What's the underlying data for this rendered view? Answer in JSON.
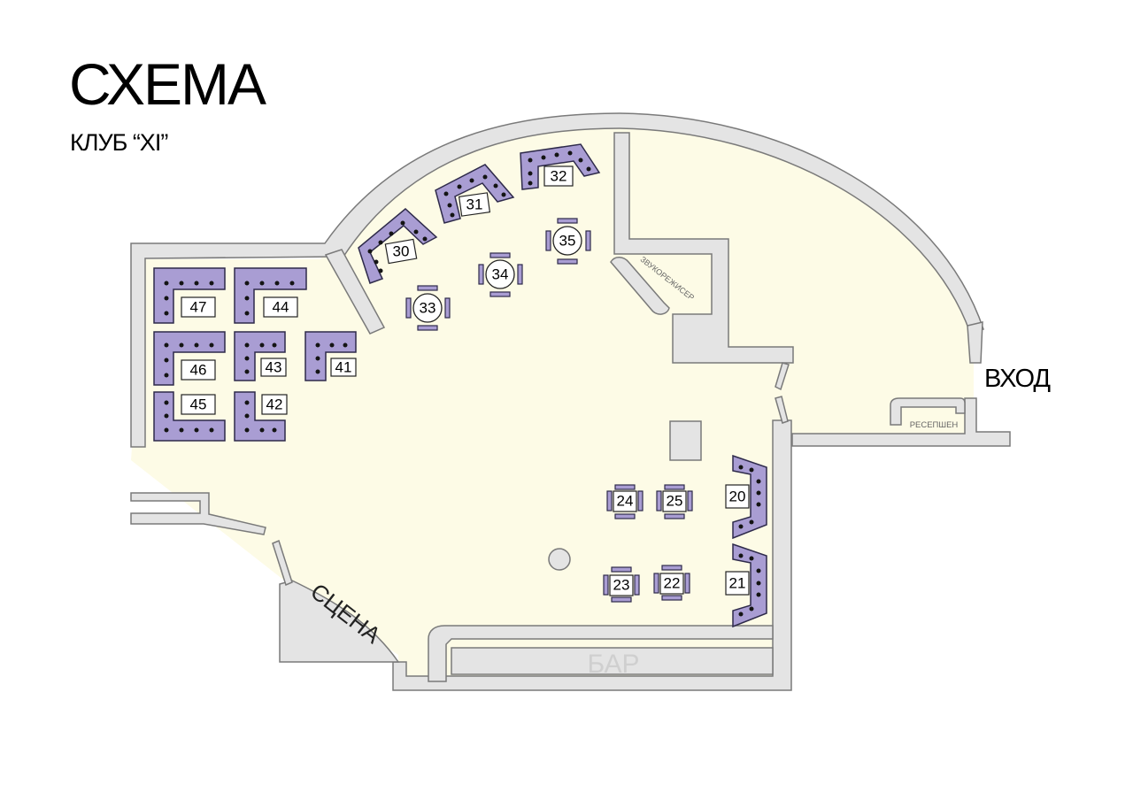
{
  "header": {
    "title": "СХЕМА",
    "subtitle": "КЛУБ “XI”"
  },
  "entrance_label": "ВХОД",
  "areas": {
    "stage": "СЦЕНА",
    "bar": "БАР",
    "sound_engineer": "ЗВУКОРЕЖИСЕР",
    "reception": "РЕСЕПШЕН"
  },
  "tables": {
    "t20": "20",
    "t21": "21",
    "t22": "22",
    "t23": "23",
    "t24": "24",
    "t25": "25",
    "t30": "30",
    "t31": "31",
    "t32": "32",
    "t33": "33",
    "t34": "34",
    "t35": "35",
    "t41": "41",
    "t42": "42",
    "t43": "43",
    "t44": "44",
    "t45": "45",
    "t46": "46",
    "t47": "47"
  },
  "colors": {
    "floor": "#fdfbe6",
    "walls": "#e4e4e4",
    "sofas": "#a99dd3",
    "seat_dots": "#141414"
  }
}
